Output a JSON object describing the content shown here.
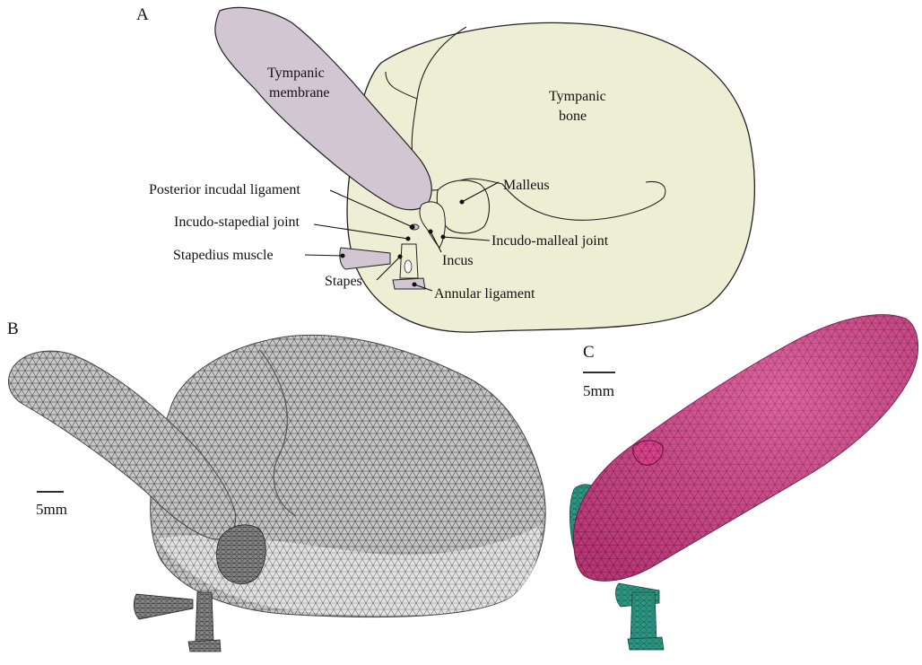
{
  "figure": {
    "panel_a": {
      "letter": "A",
      "labels": {
        "tympanic_membrane": [
          "Tympanic",
          "membrane"
        ],
        "tympanic_bone": [
          "Tympanic",
          "bone"
        ],
        "malleus": "Malleus",
        "posterior_incudal_ligament": "Posterior incudal ligament",
        "incudo_stapedial_joint": "Incudo-stapedial joint",
        "stapedius_muscle": "Stapedius muscle",
        "incus": "Incus",
        "incudo_malleal_joint": "Incudo-malleal joint",
        "stapes": "Stapes",
        "annular_ligament": "Annular ligament"
      }
    },
    "panel_b": {
      "letter": "B",
      "scale_bar": "5mm"
    },
    "panel_c": {
      "letter": "C",
      "scale_bar": "5mm"
    },
    "colors": {
      "membrane_fill": "#d2c6d3",
      "bone_fill": "#eeeed4",
      "mesh_grey": "#9a9a9a",
      "mesh_magenta": "#d23c82",
      "mesh_teal": "#2e9a86"
    }
  }
}
